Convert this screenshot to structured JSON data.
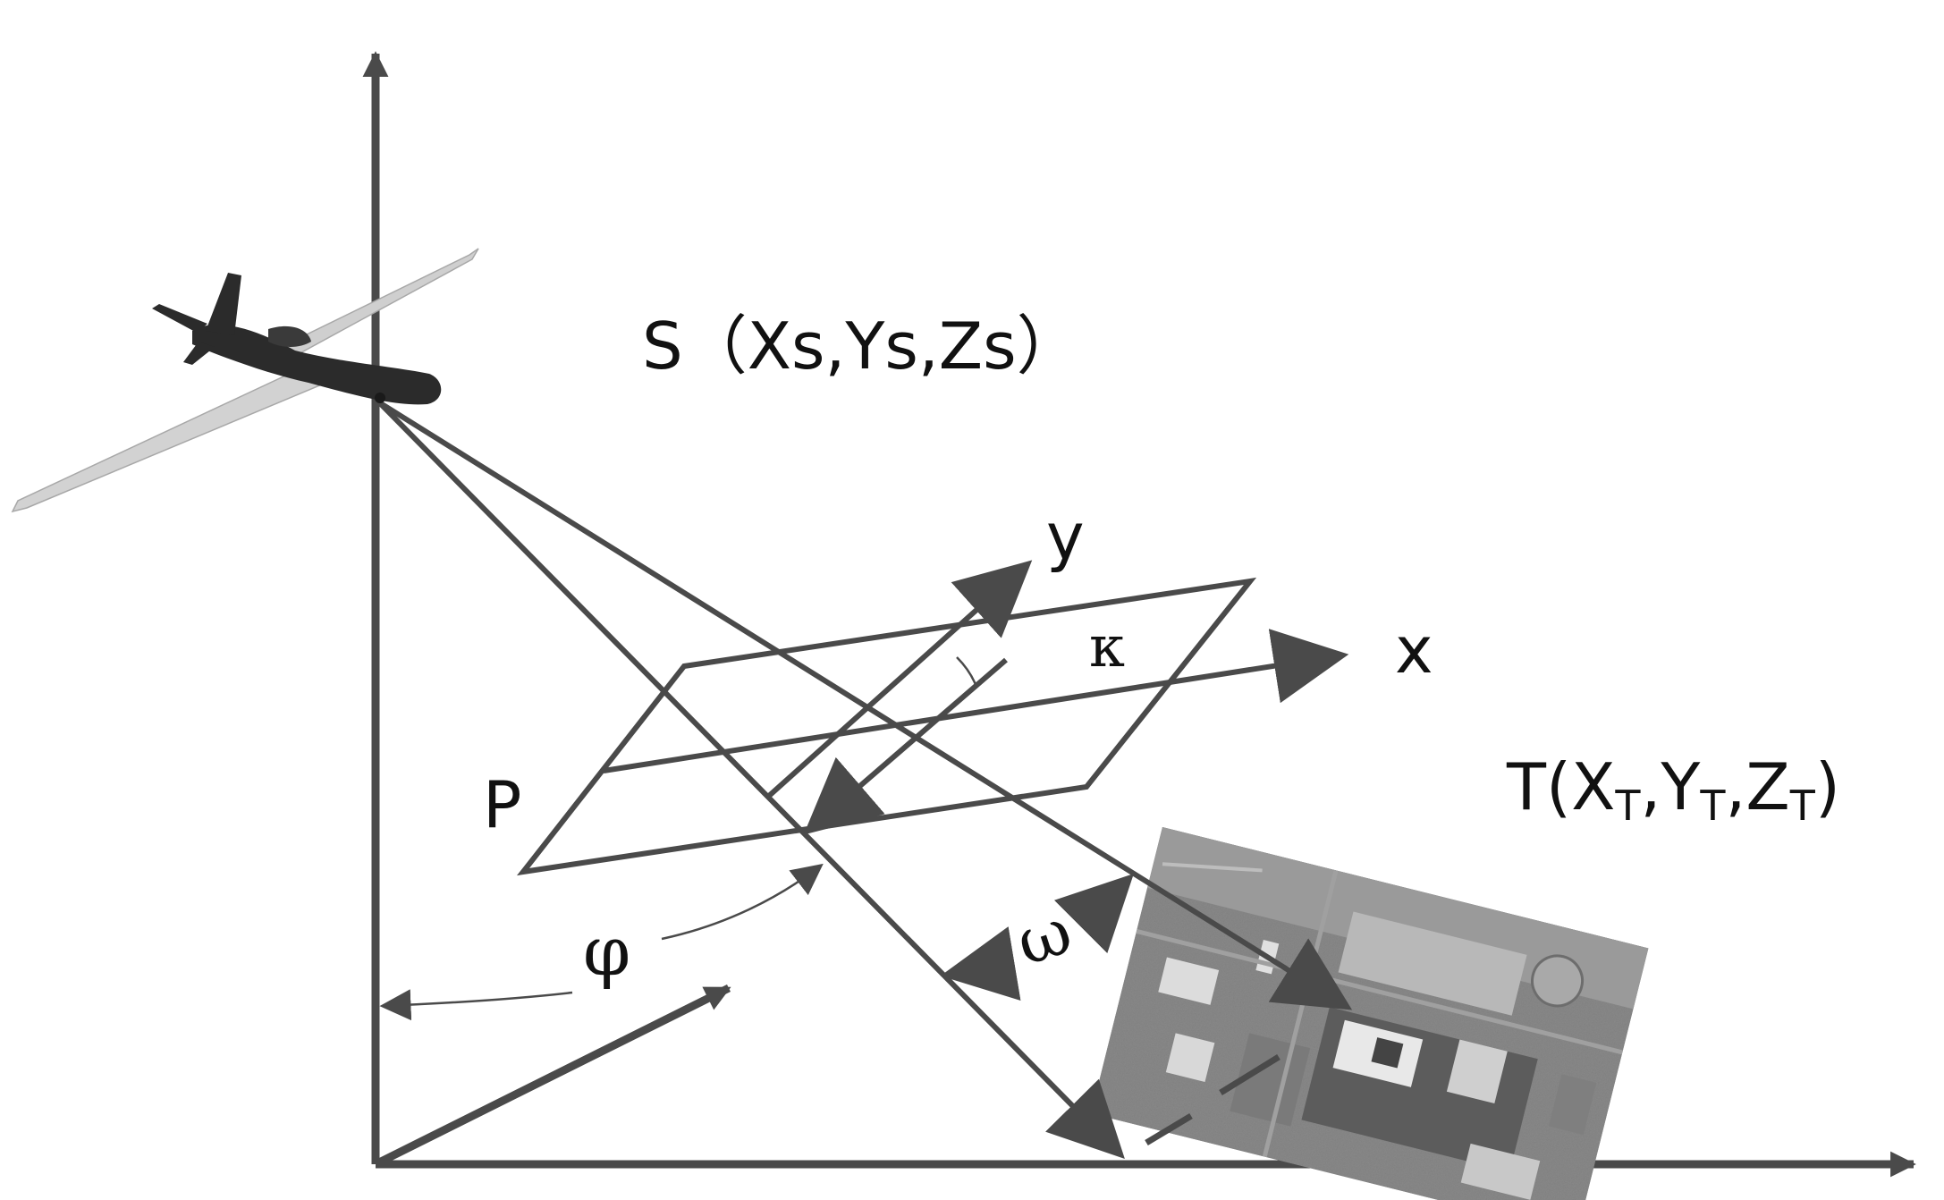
{
  "labels": {
    "S": "S（Xs,Ys,Zs）",
    "T": "T(X",
    "T_sub": "T",
    "T_y": ",Y",
    "T_z": ",Z",
    "T_close": ")",
    "y": "y",
    "x": "x",
    "P": "P",
    "kappa": "κ",
    "phi": "φ",
    "omega": "ω"
  },
  "colors": {
    "line": "#4a4a4a",
    "text": "#111111",
    "aircraft": "#2b2b2b",
    "wing": "#cfcfcf"
  }
}
